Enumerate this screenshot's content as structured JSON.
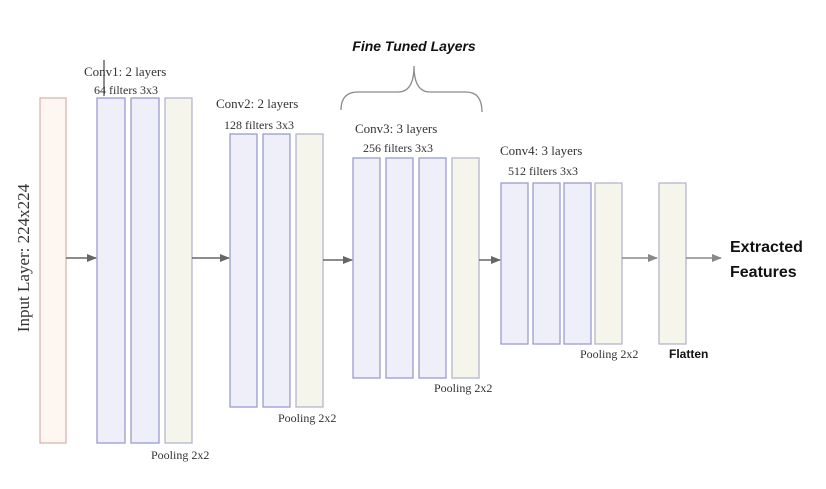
{
  "fine_tuned_label": "Fine Tuned Layers",
  "input_layer_label": "Input Layer: 224x224",
  "blocks": [
    {
      "title": "Conv1: 2 layers",
      "filters": "64 filters 3x3",
      "pooling": "Pooling 2x2"
    },
    {
      "title": "Conv2: 2 layers",
      "filters": "128 filters 3x3",
      "pooling": "Pooling 2x2"
    },
    {
      "title": "Conv3: 3 layers",
      "filters": "256 filters 3x3",
      "pooling": "Pooling 2x2"
    },
    {
      "title": "Conv4: 3 layers",
      "filters": "512 filters 3x3",
      "pooling": "Pooling 2x2"
    }
  ],
  "flatten_label": "Flatten",
  "output_label_line1": "Extracted",
  "output_label_line2": "Features",
  "colors": {
    "input_fill": "#fdf6f1",
    "input_stroke": "#d9b6b0",
    "conv_fill": "#eeeff8",
    "conv_stroke": "#9a9cd0",
    "pool_fill": "#f5f5ec",
    "pool_stroke": "#b4b6cf",
    "arrow": "#666666"
  }
}
